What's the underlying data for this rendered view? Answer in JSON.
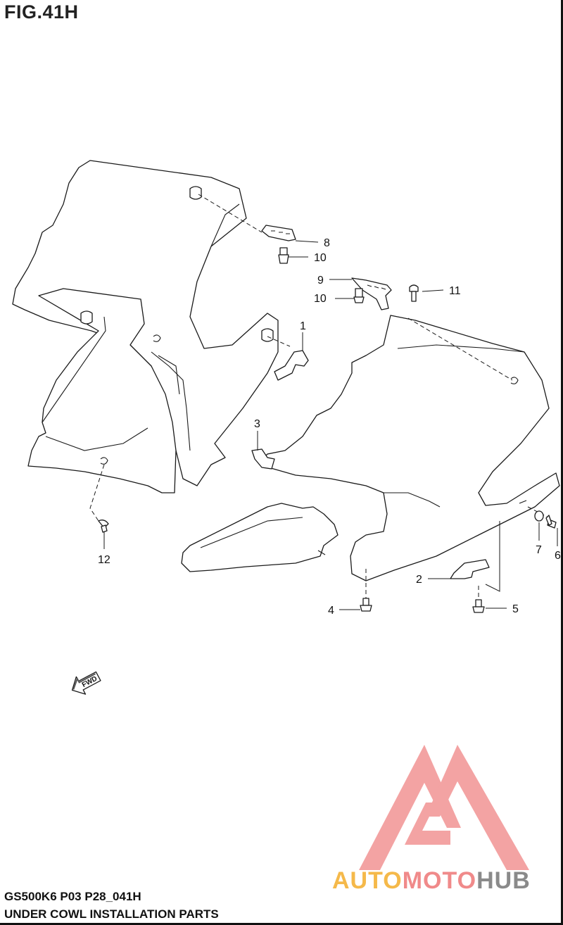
{
  "figure": {
    "title": "FIG.41H",
    "code": "GS500K6 P03 P28_041H",
    "caption": "UNDER COWL INSTALLATION PARTS"
  },
  "callouts": [
    "1",
    "2",
    "3",
    "4",
    "5",
    "6",
    "7",
    "8",
    "9",
    "10",
    "10",
    "11",
    "12"
  ],
  "fwd_label": "FWD",
  "watermark": {
    "part1": "AUTO",
    "part2": "MOTO",
    "part3": "HUB",
    "colors": {
      "auto": "#f5b94a",
      "moto": "#f08a8a",
      "hub": "#8a8a8a",
      "logo": "#f29a9a"
    }
  }
}
